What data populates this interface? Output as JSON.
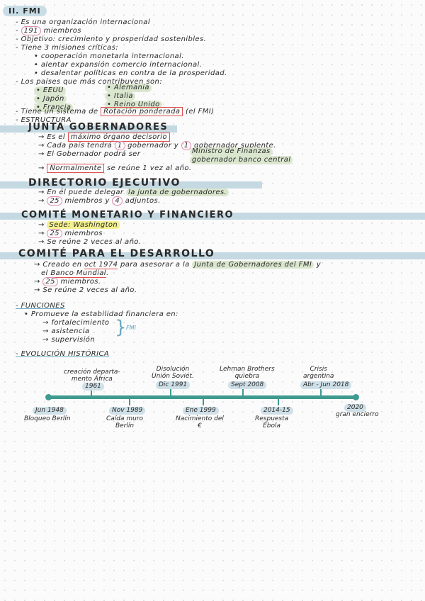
{
  "header": {
    "title": "II. FMI"
  },
  "intro": {
    "l1": "- Es una organización internacional",
    "l2_num": "191",
    "l2_rest": " miembros",
    "l3": "- Objetivo: crecimiento y prosperidad sostenibles.",
    "l4": "- Tiene 3 misiones críticas:",
    "m1": "• cooperación monetaria internacional.",
    "m2": "• alentar expansión comercio internacional.",
    "m3": "• desalentar políticas en contra de la prosperidad.",
    "l5": "- Los países que más contribuyen son:",
    "countries_left": [
      "• EEUU",
      "• Japón",
      "• Francia"
    ],
    "countries_right": [
      "• Alemania",
      "• Italia",
      "• Reino Unido"
    ],
    "l6_pre": "- Tiene un sistema de ",
    "l6_box": "Rotación ponderada",
    "l6_post": " (el FMI)",
    "l7": "- ESTRUCTURA"
  },
  "junta": {
    "heading": "JUNTA GOBERNADORES",
    "a_pre": "→ Es el ",
    "a_box": "máximo órgano decisorio",
    "b_pre": "→ Cada país tendrá ",
    "b_n1": "1",
    "b_mid": " gobernador y ",
    "b_n2": "1",
    "b_post": " gobernador suplente.",
    "c_pre": "→ El Gobernador podrá ser",
    "c_opt1": "Ministro de Finanzas",
    "c_opt2": "gobernador banco central",
    "d_box": "Normalmente",
    "d_post": " se reúne 1 vez al año."
  },
  "directorio": {
    "heading": "DIRECTORIO EJECUTIVO",
    "a_pre": "→ En él puede delegar ",
    "a_hl": "la junta de gobernadores.",
    "b_n1": "25",
    "b_mid": " miembros y ",
    "b_n2": "4",
    "b_post": " adjuntos."
  },
  "cmf": {
    "heading": "COMITÉ MONETARIO Y FINANCIERO",
    "a_hl": "Sede: Washington",
    "b_n": "25",
    "b_post": " miembros",
    "c": "→ Se reúne 2 veces al año."
  },
  "cd": {
    "heading": "COMITÉ PARA EL DESARROLLO",
    "a_pre": "→ Creado en ",
    "a_date": "oct 1974",
    "a_mid": " para asesorar a la ",
    "a_hl": "Junta de Gobernadores del FMI",
    "a_post": " y",
    "a2_pre": "el ",
    "a2_box": "Banco Mundial",
    "a2_post": ".",
    "b_n": "25",
    "b_post": " miembros.",
    "c": "→ Se reúne 2 veces al año."
  },
  "funciones": {
    "heading": "- FUNCIONES",
    "a": "• Promueve la estabilidad financiera en:",
    "items": [
      "→ fortalecimiento",
      "→ asistencia",
      "→ supervisión"
    ],
    "note": "FMI"
  },
  "evolucion": {
    "heading": "- EVOLUCIÓN HISTÓRICA",
    "above": [
      {
        "label": "creación departa-\nmento África",
        "date": "1961"
      },
      {
        "label": "Disolución\nUnión Soviét.",
        "date": "Dic 1991"
      },
      {
        "label": "Lehman Brothers\nquiebra",
        "date": "Sept 2008"
      },
      {
        "label": "Crisis\nargentina",
        "date": "Abr - Jun 2018"
      }
    ],
    "below": [
      {
        "date": "Jun 1948",
        "label": "Bloqueo Berlín"
      },
      {
        "date": "Nov 1989",
        "label": "Caída muro\nBerlín"
      },
      {
        "date": "Ene 1999",
        "label": "Nacimiento del\n€"
      },
      {
        "date": "2014-15",
        "label": "Respuesta\nÉbola"
      },
      {
        "date": "2020",
        "label": "gran encierro"
      }
    ]
  },
  "colors": {
    "accent_blue": "#c5d9e2",
    "highlight_green": "#dbe6cf",
    "highlight_yellow": "#f3f08f",
    "box_red": "#e05050",
    "timeline": "#3f9a8f",
    "circle_pink": "#e08ab0"
  }
}
